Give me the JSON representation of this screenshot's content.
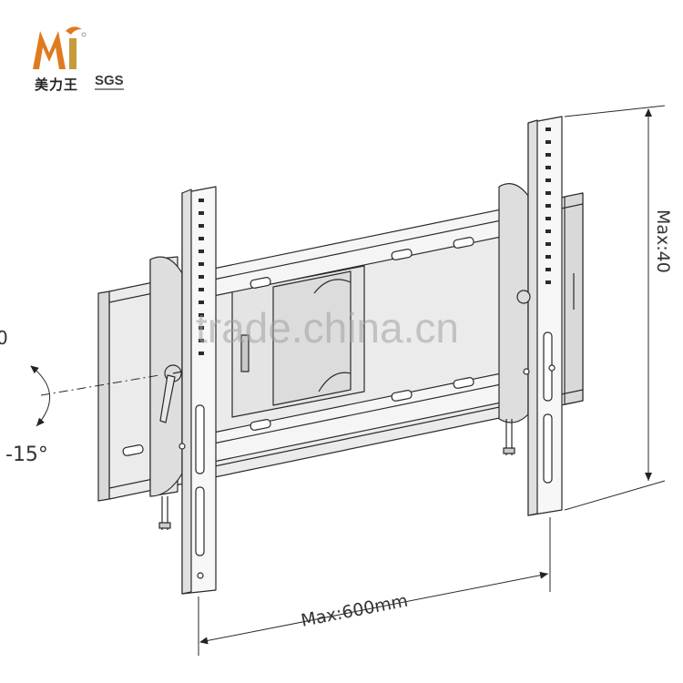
{
  "logo": {
    "mark": "Mi",
    "brand_cn": "美力王",
    "cert": "SGS"
  },
  "watermark": "trade.china.cn",
  "dimensions": {
    "width_label": "Max:600mm",
    "height_label": "Max:40",
    "tilt_label": "-15°",
    "tilt_partial": "0"
  },
  "colors": {
    "logo_orange": "#e07a1f",
    "logo_gold": "#c89a3a",
    "line": "#2a2a2a",
    "metal_light": "#f2f2f2",
    "metal_mid": "#d9d9d9"
  }
}
